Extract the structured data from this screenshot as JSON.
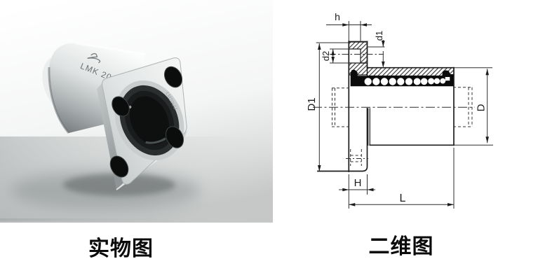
{
  "page": {
    "background": "#ffffff"
  },
  "photo": {
    "caption": "实物图",
    "engraving": "LMK 20 UU",
    "ring_marking": "LM20UU"
  },
  "drawing": {
    "caption": "二维图",
    "labels": {
      "h": "h",
      "d1": "d1",
      "d2": "d2",
      "D1": "D1",
      "D": "D",
      "H": "H",
      "L": "L"
    },
    "ink": "#1f1f1f"
  }
}
